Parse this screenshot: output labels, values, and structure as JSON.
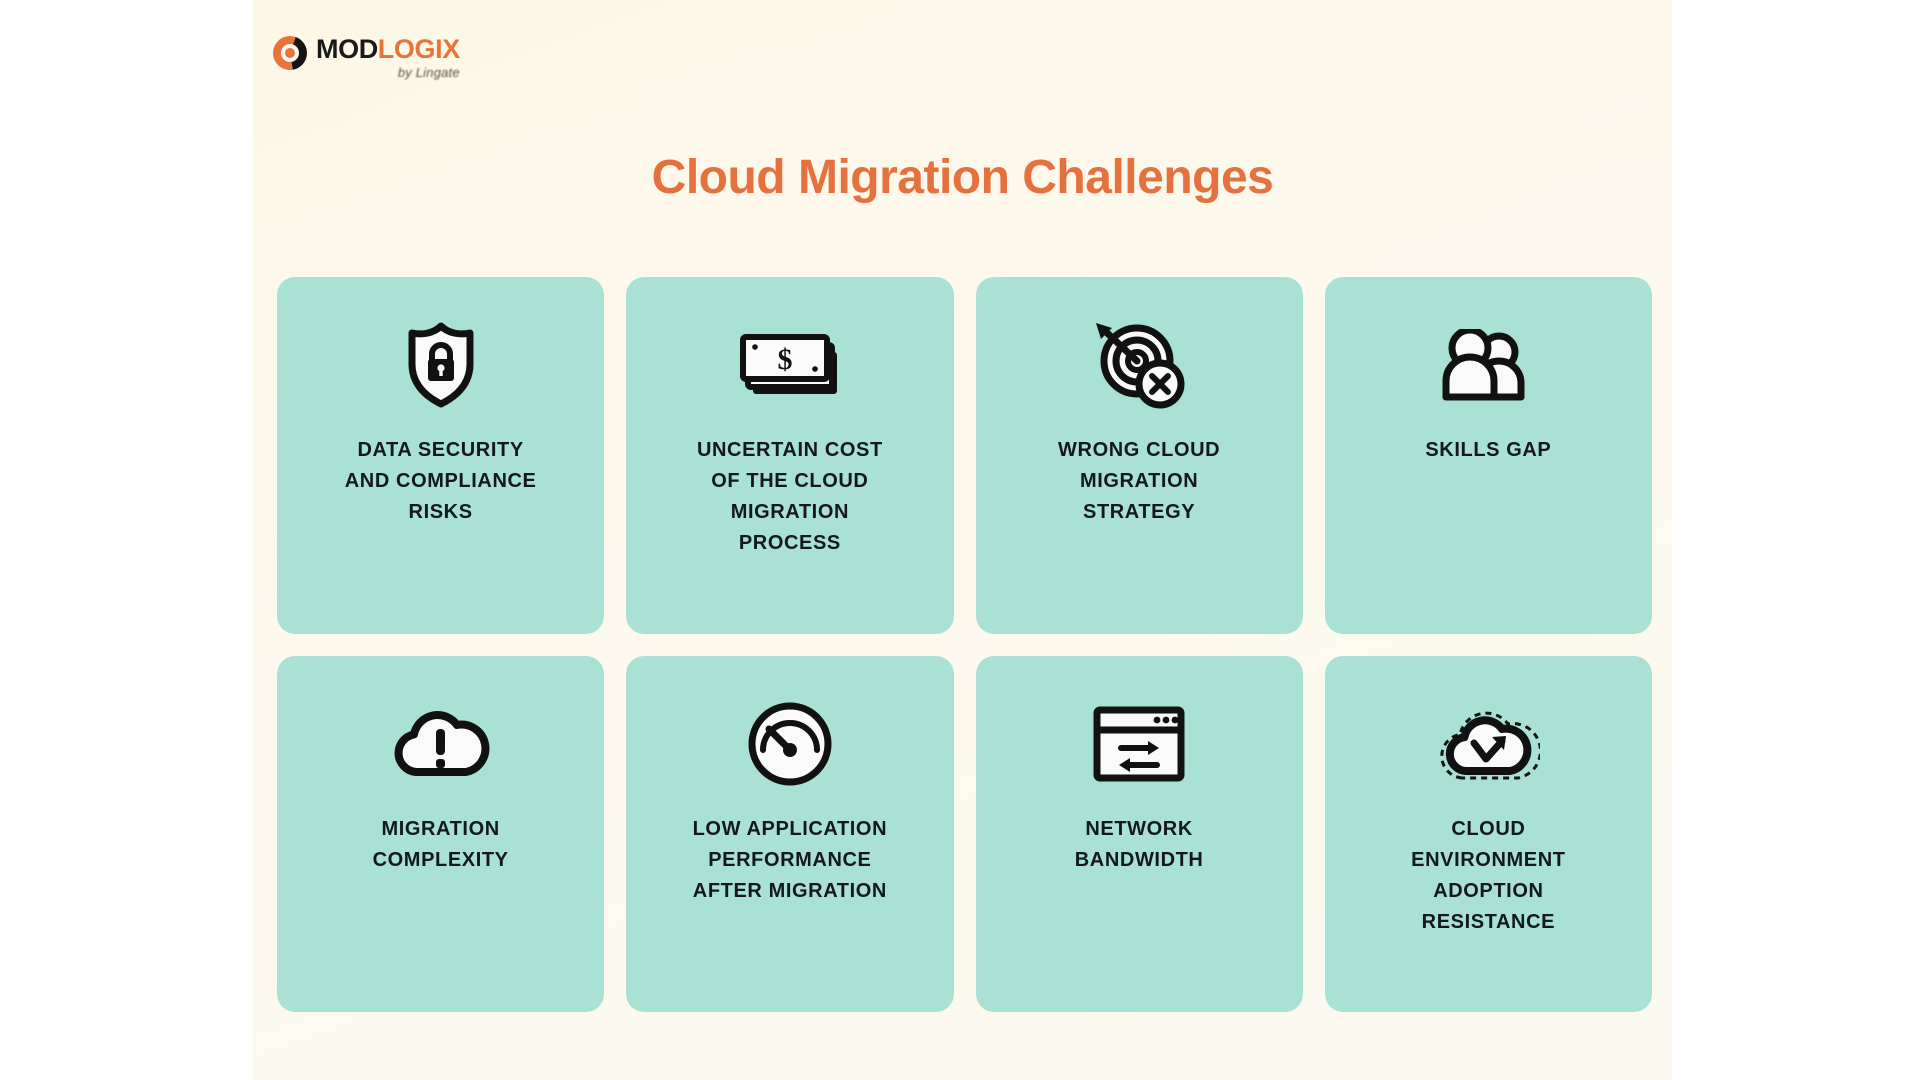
{
  "brand": {
    "name_dark": "MOD",
    "name_accent": "LOGIX",
    "tagline": "by Lingate",
    "mark_icon": "modlogix-circle-logo-icon",
    "accent_color": "#e8743b"
  },
  "header": {
    "title": "Cloud Migration Challenges",
    "title_color": "#e4713e"
  },
  "theme": {
    "page_background": "#ffffff",
    "panel_background": "#fdf8ec",
    "card_background": "#a9e2d5",
    "card_text_color": "#14181c",
    "icon_color": "#111111"
  },
  "cards": [
    {
      "id": "data-security-and-compliance-risks",
      "label": "DATA SECURITY\nAND COMPLIANCE\nRISKS",
      "icon": "shield-lock-icon"
    },
    {
      "id": "uncertain-cost-of-the-cloud-migration-process",
      "label": "UNCERTAIN COST\nOF THE CLOUD\nMIGRATION\nPROCESS",
      "icon": "money-stack-icon"
    },
    {
      "id": "wrong-cloud-migration-strategy",
      "label": "WRONG CLOUD\nMIGRATION\nSTRATEGY",
      "icon": "target-arrow-error-icon"
    },
    {
      "id": "skills-gap",
      "label": "SKILLS GAP",
      "icon": "two-people-icon"
    },
    {
      "id": "migration-complexity",
      "label": "MIGRATION\nCOMPLEXITY",
      "icon": "cloud-exclamation-icon"
    },
    {
      "id": "low-application-performance-after-migration",
      "label": "LOW APPLICATION\nPERFORMANCE\nAFTER MIGRATION",
      "icon": "speedometer-gauge-icon"
    },
    {
      "id": "network-bandwidth",
      "label": "NETWORK\nBANDWIDTH",
      "icon": "browser-transfer-arrows-icon"
    },
    {
      "id": "cloud-environment-adoption-resistance",
      "label": "CLOUD\nENVIRONMENT\nADOPTION\nRESISTANCE",
      "icon": "dashed-cloud-arrow-icon"
    }
  ]
}
